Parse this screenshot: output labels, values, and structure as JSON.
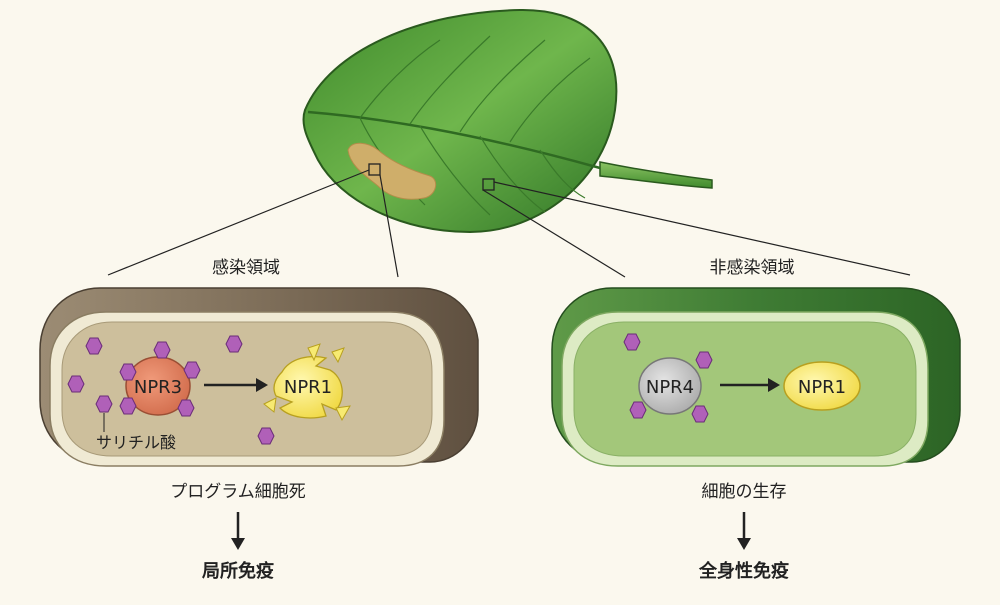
{
  "labels": {
    "left_region": "感染領域",
    "right_region": "非感染領域",
    "salicylic_acid": "サリチル酸",
    "left_outcome": "プログラム細胞死",
    "right_outcome": "細胞の生存",
    "left_result": "局所免疫",
    "right_result": "全身性免疫"
  },
  "proteins": {
    "left_receptor": "NPR3",
    "left_target": "NPR1",
    "right_receptor": "NPR4",
    "right_target": "NPR1"
  },
  "colors": {
    "background": "#fbf8ee",
    "leaf": "#5da43f",
    "lesion": "#cfae6a",
    "infected_cell": "#cdbf9c",
    "uninfected_cell": "#a3c77a",
    "npr3": "#e4805f",
    "npr4": "#c9c9c9",
    "npr1": "#f7ea72",
    "salicylic_acid": "#b060b8"
  },
  "icons": {
    "salicylic_acid": "purple-hexagon-molecule-icon",
    "arrow": "arrow-right-icon"
  }
}
